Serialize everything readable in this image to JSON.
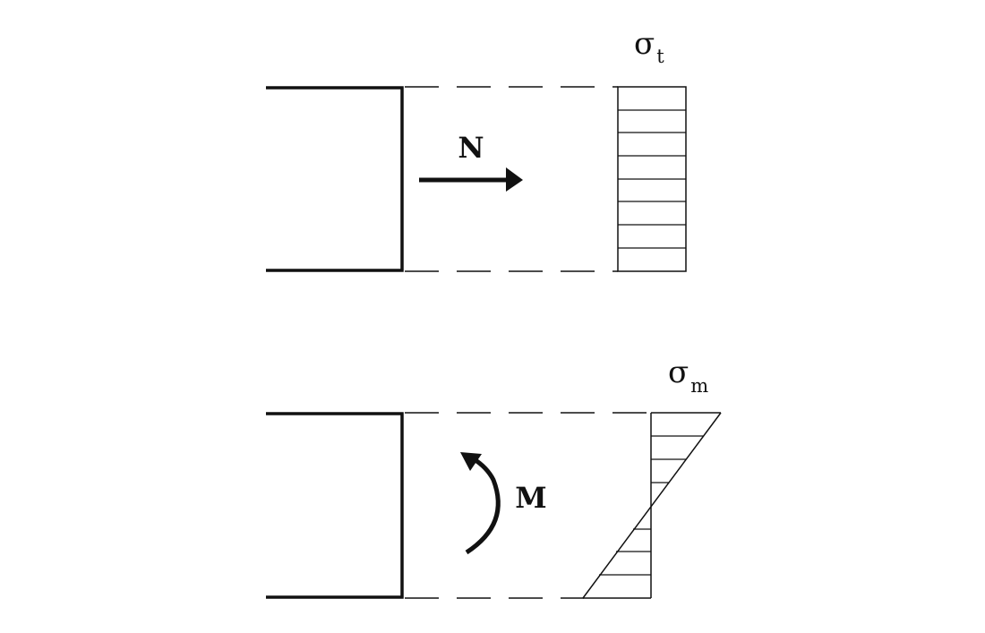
{
  "diagram": {
    "top_panel": {
      "force_label": "N",
      "stress_symbol": "σ",
      "stress_subscript": "t"
    },
    "bottom_panel": {
      "moment_label": "M",
      "stress_symbol": "σ",
      "stress_subscript": "m"
    },
    "colors": {
      "line": "#111111",
      "background": "#ffffff"
    }
  }
}
